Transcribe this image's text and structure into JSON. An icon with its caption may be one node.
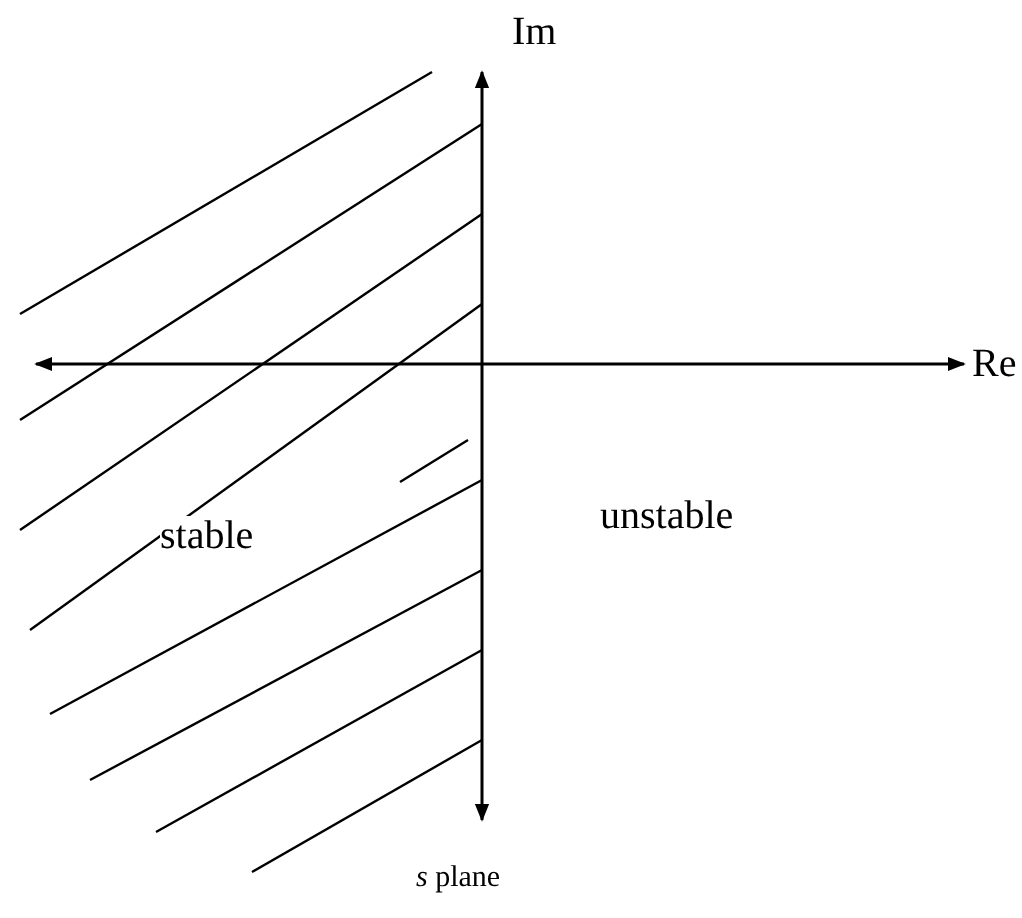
{
  "diagram": {
    "labels": [
      "Im",
      "Re",
      "stable",
      "unstable",
      "*s* plane"
    ]
  }
}
